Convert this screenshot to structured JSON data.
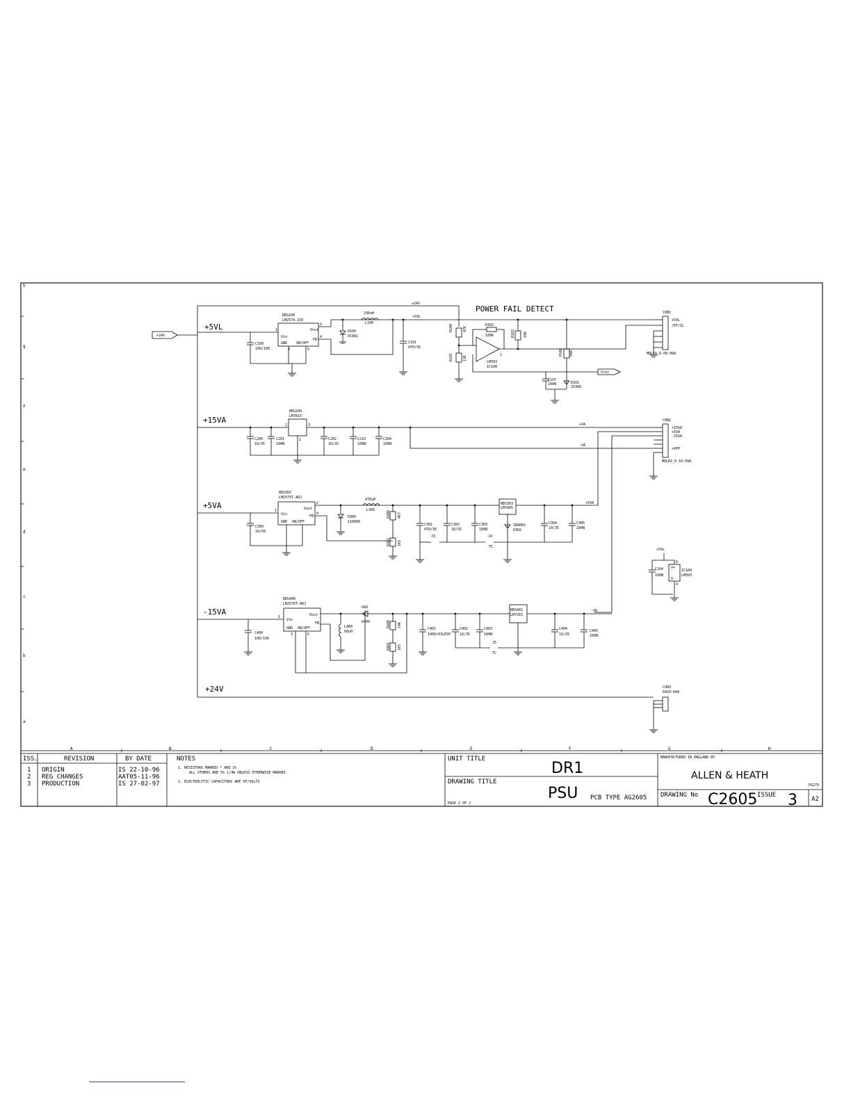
{
  "ruler": {
    "rows": [
      "h",
      "g",
      "f",
      "e",
      "d",
      "c",
      "b",
      "a"
    ],
    "cols": [
      "A",
      "B",
      "C",
      "D",
      "E",
      "F",
      "G",
      "H"
    ]
  },
  "power_fail": {
    "title": "POWER FAIL DETECT",
    "rail_24": "+24V",
    "rail_5vl": "+5VL",
    "ic_ref": "IC100",
    "ic_part": "LM393",
    "pin1": "1",
    "r100_ref": "R100",
    "r100_val": "47K",
    "r101_ref": "R101",
    "r101_val": "12K",
    "r102_ref": "R102",
    "r102_val": "100K",
    "r103_ref": "R103",
    "r103_val": "10K",
    "r108_ref": "R108",
    "r108_val": "56R",
    "c107_ref": "C107",
    "c107_val": "100N",
    "d101_ref": "D101",
    "d101_val": "ZX388",
    "vref": "Vref"
  },
  "conn1": {
    "ref": "CON1",
    "pins": [
      "+5VL",
      "/PF/IL"
    ],
    "part": "MOLEX_6-09-09A"
  },
  "conn2": {
    "ref": "CON2",
    "pins": [
      "+15VA",
      "+5VA",
      "-15VA",
      "+VPP"
    ],
    "part": "MOLEX_6-10-09A"
  },
  "conn3": {
    "ref": "CON3",
    "part": "6410-04A"
  },
  "sec_5vl": {
    "rail": "+5VL",
    "in_label": "+24V",
    "reg_ref": "REG100",
    "reg_part": "LM2574-150",
    "pin_vin": "Vin",
    "pin_vout": "Vout",
    "pin_gnd": "GND",
    "pin_onoff": "ON/OFF",
    "pin_fb": "FB",
    "p1": "1",
    "p2": "2",
    "p3": "3",
    "p4": "4",
    "p5": "5",
    "c100_ref": "C100",
    "c100_val": "100/100",
    "d100_ref": "D100",
    "d100_val": "UC8A1",
    "l100_ref": "L100",
    "l100_val": "330uH",
    "c101_ref": "C101",
    "c101_val": "470/35",
    "out_label": "+5VL"
  },
  "sec_15va": {
    "rail": "+15VA",
    "reg_ref": "REG200",
    "reg_part": "LM7815",
    "p1": "1",
    "p2": "2",
    "p3": "3",
    "caps": [
      {
        "ref": "C200",
        "val": "10/35"
      },
      {
        "ref": "C201",
        "val": "100N"
      },
      {
        "ref": "C202",
        "val": "10/35"
      },
      {
        "ref": "C210",
        "val": "100N"
      },
      {
        "ref": "C204",
        "val": "100N"
      }
    ],
    "label_pos": "+VA",
    "label_neg": "-VA"
  },
  "sec_5va": {
    "rail": "+5VA",
    "reg_ref": "REG302",
    "reg_part": "LM2575T-ADJ",
    "pin_vin": "Vin",
    "pin_vout": "Vout",
    "pin_gnd": "GND",
    "pin_onoff": "ON/OFF",
    "pin_fb": "FB",
    "p1": "1",
    "p2": "2",
    "p4": "4",
    "c300_ref": "C300",
    "c300_val": "10/50",
    "d300_ref": "D300",
    "d300_val": "11DQ06",
    "l300_ref": "L300",
    "l300_val": "470uH",
    "r300_ref": "R300",
    "r300_val": "4K7",
    "r301_ref": "R301",
    "r301_val": "1K5",
    "c301_ref": "C301",
    "c301_val": "470/35",
    "c302_ref": "C302",
    "c302_val": "10/35",
    "c303_ref": "C303",
    "c303_val": "100N",
    "reg2_ref": "REG303",
    "reg2_part": "LM7805",
    "d302_ref": "D302",
    "d302_val": "1N4002",
    "c304_ref": "C304",
    "c304_val": "10/35",
    "c305_ref": "C305",
    "c305_val": "100N",
    "j3": "J3",
    "j4": "J4",
    "tc": "TC",
    "out_label": "+5VA"
  },
  "sec_m15va": {
    "rail": "-15VA",
    "reg_ref": "REG400",
    "reg_part": "LM2576T-ADJ",
    "pin_vin": "Vin",
    "pin_vout": "Vout",
    "pin_gnd": "GND",
    "pin_onoff": "ON/OFF",
    "pin_fb": "FB",
    "p1": "1",
    "p3": "3",
    "p5": "5",
    "c400_ref": "C400",
    "c400_val": "100/100",
    "l400_ref": "L400",
    "l400_val": "68uH",
    "d400_ref": "D400",
    "d400_val": "UG8",
    "r400_ref": "R400",
    "r400_val": "14K",
    "r401_ref": "R401",
    "r401_val": "1K5",
    "c401_ref": "C401",
    "c401_val": "1000/63LESP",
    "c402_ref": "C402",
    "c402_val": "10/35",
    "c403_ref": "C403",
    "c403_val": "100N",
    "reg2_ref": "REG401",
    "reg2_part": "LM7915",
    "c404_ref": "C404",
    "c404_val": "10/35",
    "c405_ref": "C405",
    "c405_val": "100N",
    "j5": "J5",
    "tc": "TC",
    "out_label": "-VA"
  },
  "sec_24v": {
    "rail": "+24V"
  },
  "decoup": {
    "rail": "+5VL",
    "c_ref": "C104",
    "c_val": "100N",
    "ic_ref": "IC100",
    "ic_part": "LM393",
    "p8": "8",
    "p4": "4",
    "vplus": "V+",
    "vminus": "V-"
  },
  "title_block": {
    "iss_header": "ISS.",
    "revision_header": "REVISION",
    "bydate_header": "BY DATE",
    "notes_header": "NOTES",
    "revisions": [
      {
        "iss": "1",
        "text": "ORIGIN",
        "by_date": "IS 22-10-96"
      },
      {
        "iss": "2",
        "text": "REG CHANGES",
        "by_date": "AAT05-11-96"
      },
      {
        "iss": "3",
        "text": "PRODUCTION",
        "by_date": "IS 27-02-97"
      }
    ],
    "note_1a": "1. RESISTORS MARKED * ARE 1%",
    "note_1b": "ALL OTHERS ARE 5% 1/4W UNLESS OTHERWISE MARKED",
    "note_2": "2. ELECTROLYTIC CAPACITORS ARE UF/VOLTS",
    "unit_title_label": "UNIT TITLE",
    "unit_title": "DR1",
    "drawing_title_label": "DRAWING TITLE",
    "drawing_title": "PSU",
    "pcb_type": "PCB TYPE AG2605",
    "page": "PAGE 2 OF 2",
    "manufactured": "MANUFACTURED IN ENGLAND BY",
    "company": "ALLEN & HEATH",
    "drawing_no_label": "DRAWING No",
    "drawing_no": "C2605",
    "issue_label": "ISSUE",
    "issue": "3",
    "size": "A2",
    "code": "PG279"
  }
}
